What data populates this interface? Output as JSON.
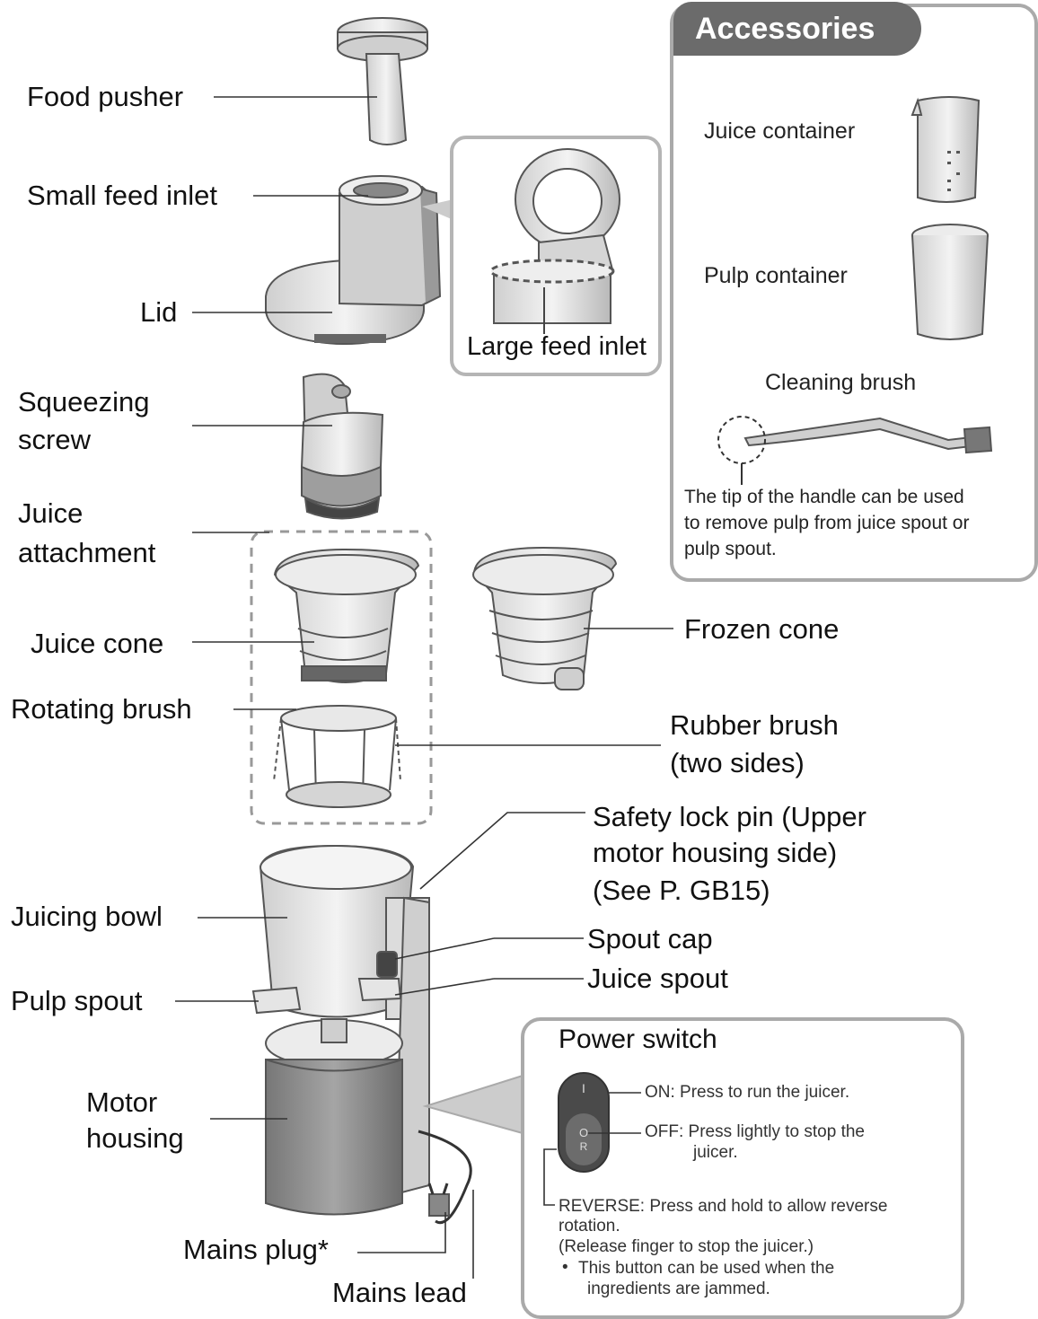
{
  "labels": {
    "food_pusher": "Food pusher",
    "small_feed_inlet": "Small feed inlet",
    "lid": "Lid",
    "large_feed_inlet": "Large feed inlet",
    "squeezing_screw_1": "Squeezing",
    "squeezing_screw_2": "screw",
    "juice_attachment_1": "Juice",
    "juice_attachment_2": "attachment",
    "juice_cone": "Juice cone",
    "frozen_cone": "Frozen cone",
    "rotating_brush": "Rotating brush",
    "rubber_brush_1": "Rubber brush",
    "rubber_brush_2": "(two sides)",
    "safety_lock_1": "Safety lock pin (Upper",
    "safety_lock_2": "motor housing side)",
    "safety_lock_3": "(See P. GB15)",
    "juicing_bowl": "Juicing bowl",
    "spout_cap": "Spout cap",
    "juice_spout": "Juice spout",
    "pulp_spout": "Pulp spout",
    "motor_housing_1": "Motor",
    "motor_housing_2": "housing",
    "mains_plug": "Mains plug*",
    "mains_lead": "Mains lead"
  },
  "accessories": {
    "title": "Accessories",
    "juice_container": "Juice container",
    "pulp_container": "Pulp container",
    "cleaning_brush": "Cleaning brush",
    "tip_note_1": "The tip of the handle can be used",
    "tip_note_2": "to remove pulp from juice spout or",
    "tip_note_3": "pulp spout."
  },
  "power_switch": {
    "title": "Power switch",
    "switch_on_mark": "I",
    "switch_off_mark": "O",
    "switch_reverse_mark": "R",
    "on_text": "ON: Press to run the juicer.",
    "off_text_1": "OFF: Press lightly to stop the",
    "off_text_2": "juicer.",
    "reverse_text_1": "REVERSE: Press and hold to allow reverse",
    "reverse_text_2": "rotation.",
    "reverse_text_3": "(Release finger to stop the juicer.)",
    "bullet_1": "This button can be used when the",
    "bullet_2": "ingredients are jammed."
  },
  "colors": {
    "part_fill": "#e4e4e4",
    "part_stroke": "#555555",
    "motor_fill": "#8d8d8d",
    "panel_border": "#aaaaaa",
    "accessory_header": "#6b6b6b"
  }
}
